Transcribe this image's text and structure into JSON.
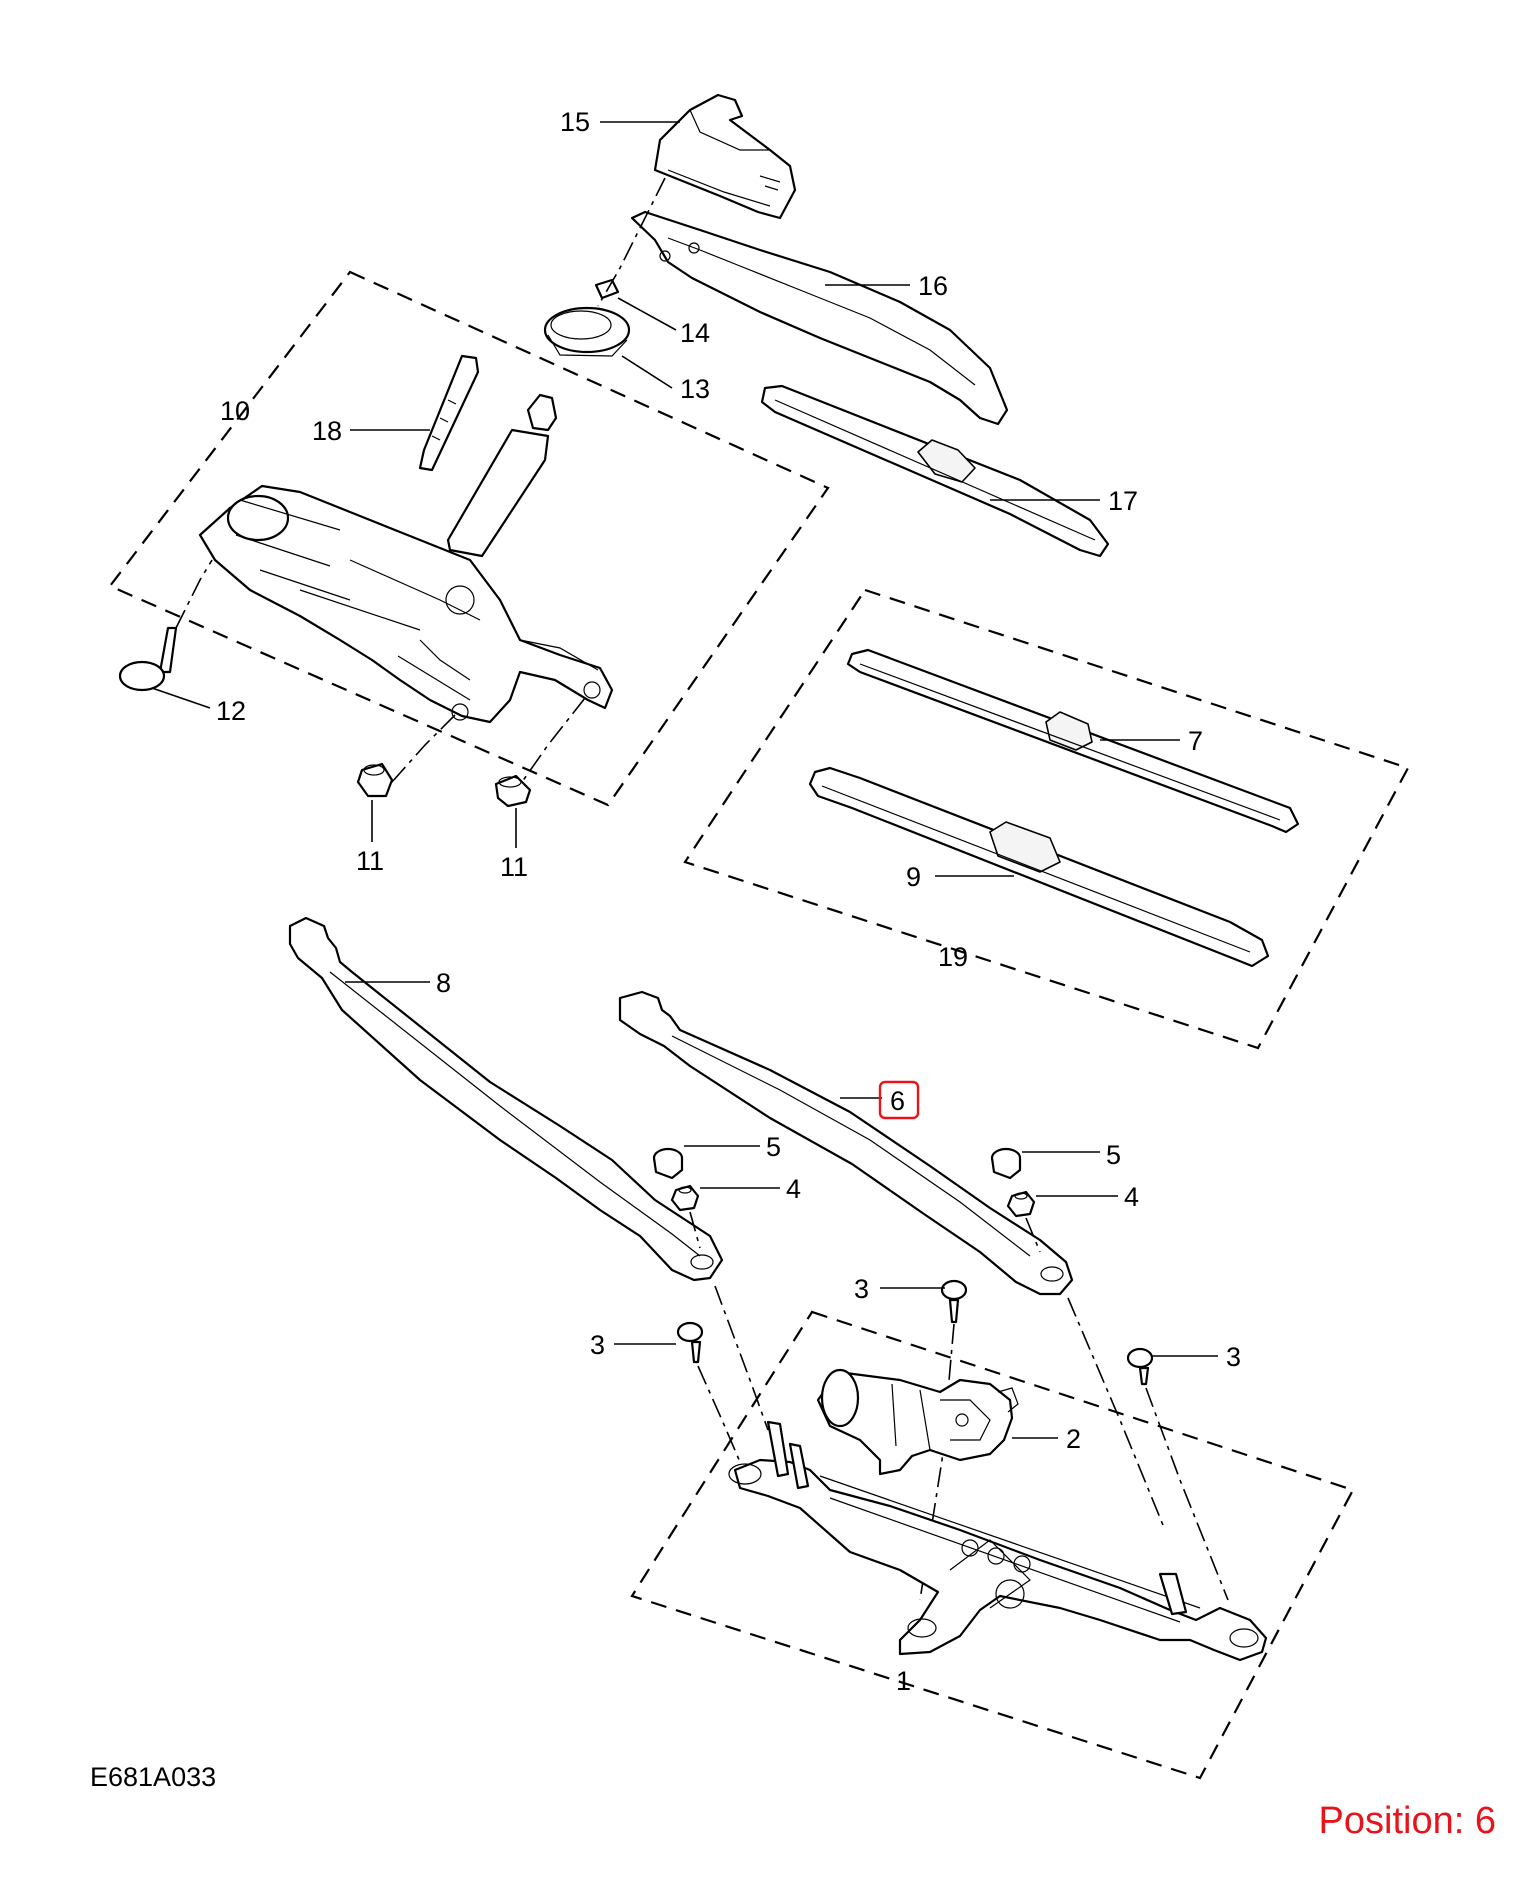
{
  "diagram": {
    "drawing_code": "E681A033",
    "position_text": "Position: 6",
    "highlight_color": "#e8141b",
    "callouts": {
      "c1": "1",
      "c2": "2",
      "c3a": "3",
      "c3b": "3",
      "c3c": "3",
      "c4a": "4",
      "c4b": "4",
      "c5a": "5",
      "c5b": "5",
      "c6": "6",
      "c7": "7",
      "c8": "8",
      "c9": "9",
      "c10": "10",
      "c11a": "11",
      "c11b": "11",
      "c12": "12",
      "c13": "13",
      "c14": "14",
      "c15": "15",
      "c16": "16",
      "c17": "17",
      "c18": "18",
      "c19": "19"
    }
  }
}
